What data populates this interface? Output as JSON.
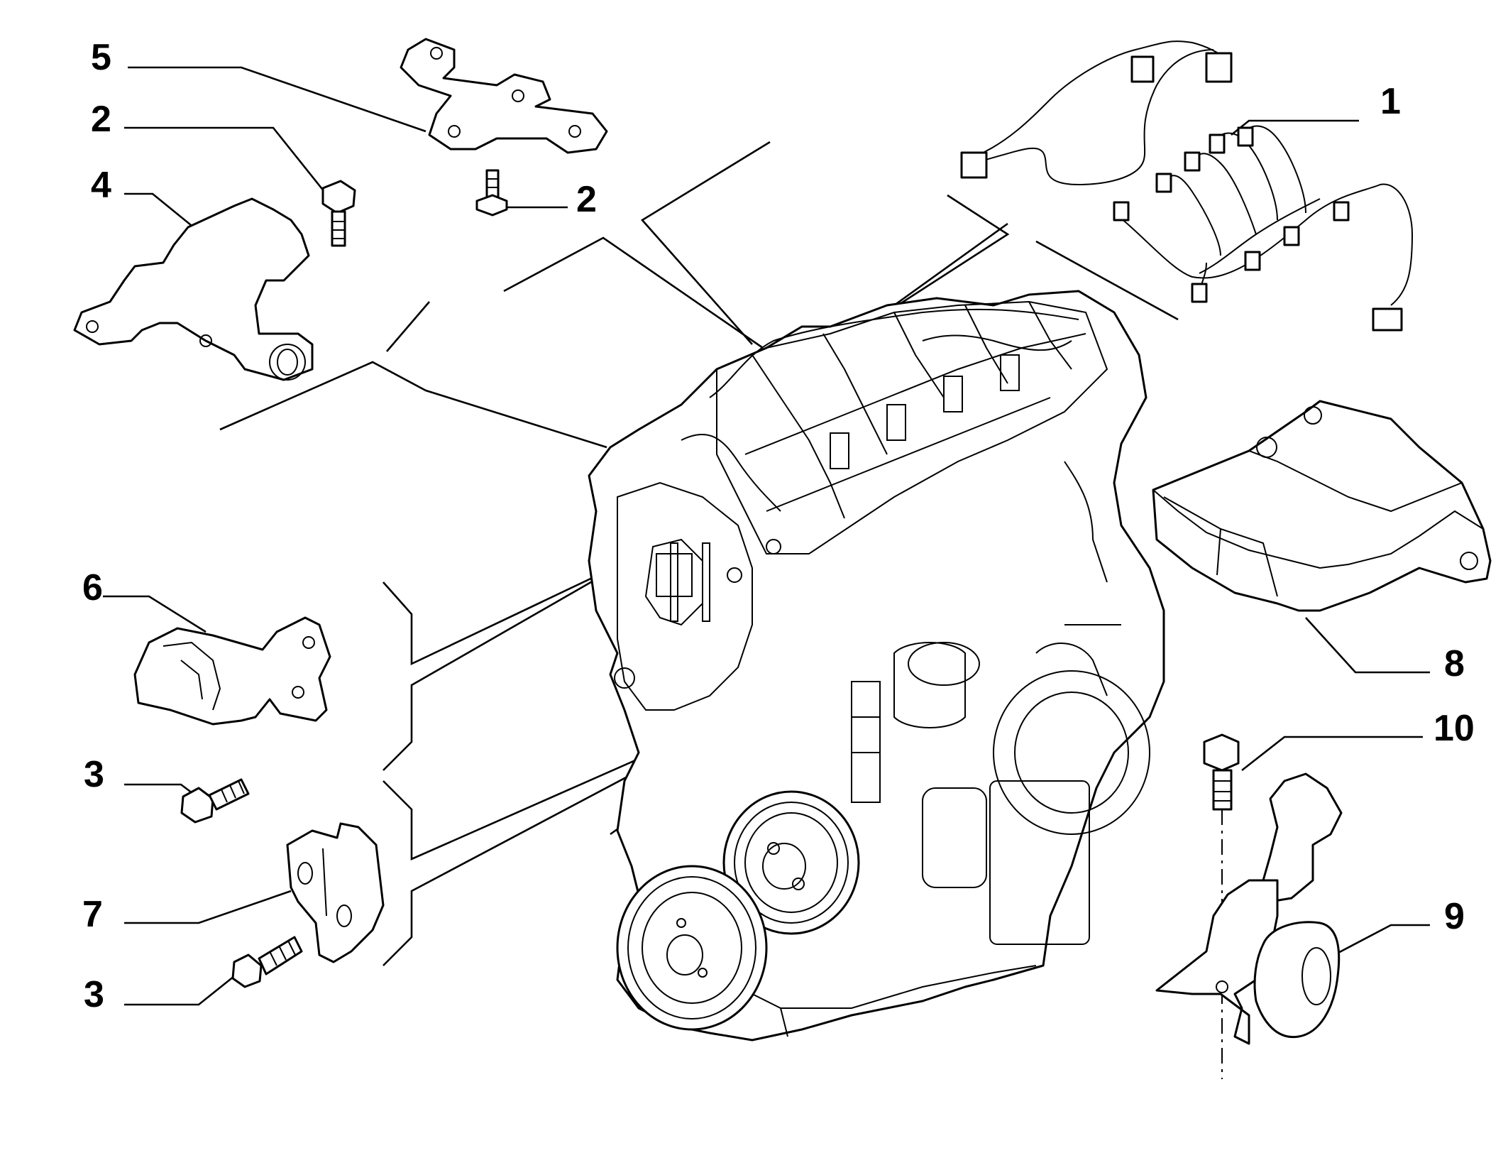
{
  "callouts": [
    {
      "id": "1",
      "text": "1"
    },
    {
      "id": "2a",
      "text": "2"
    },
    {
      "id": "2b",
      "text": "2"
    },
    {
      "id": "3a",
      "text": "3"
    },
    {
      "id": "3b",
      "text": "3"
    },
    {
      "id": "4",
      "text": "4"
    },
    {
      "id": "5",
      "text": "5"
    },
    {
      "id": "6",
      "text": "6"
    },
    {
      "id": "7",
      "text": "7"
    },
    {
      "id": "8",
      "text": "8"
    },
    {
      "id": "9",
      "text": "9"
    },
    {
      "id": "10",
      "text": "10"
    }
  ]
}
